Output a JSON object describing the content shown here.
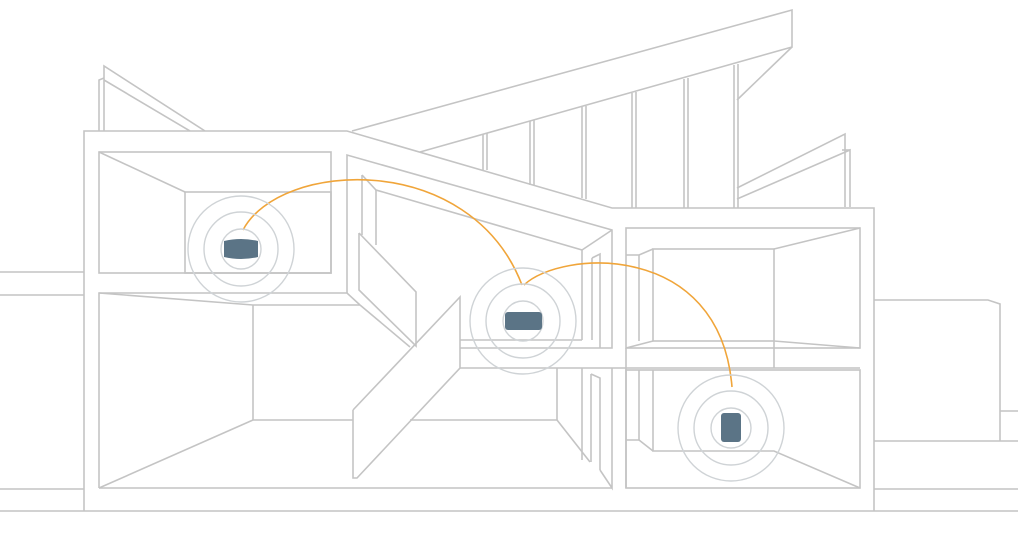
{
  "colors": {
    "line": "#c4c4c4",
    "device": "#5b7486",
    "signal_ring": "#cfd3d6",
    "connection": "#f0a53a",
    "background": "#ffffff"
  },
  "devices": [
    {
      "name": "upper-left-room-device",
      "icon": "speaker-icon",
      "shape": "wide"
    },
    {
      "name": "middle-room-device",
      "icon": "speaker-icon",
      "shape": "wide"
    },
    {
      "name": "lower-right-room-device",
      "icon": "speaker-icon",
      "shape": "tall"
    }
  ]
}
